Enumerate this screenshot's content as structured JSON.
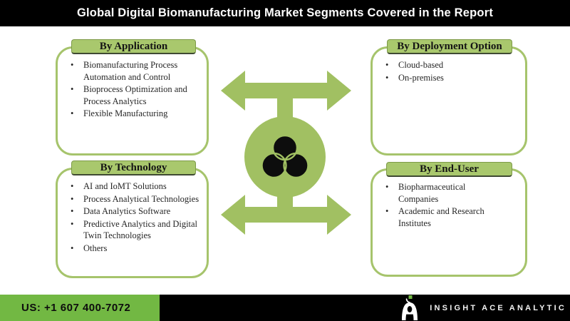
{
  "title": "Global Digital Biomanufacturing Market Segments Covered in the Report",
  "segments": {
    "application": {
      "header": "By Application",
      "items": [
        "Biomanufacturing Process Automation and Control",
        "Bioprocess Optimization and Process Analytics",
        "Flexible Manufacturing"
      ]
    },
    "deployment": {
      "header": "By Deployment Option",
      "items": [
        "Cloud-based",
        "On-premises"
      ]
    },
    "technology": {
      "header": "By Technology",
      "items": [
        "AI and IoMT Solutions",
        "Process Analytical Technologies",
        "Data Analytics Software",
        "Predictive Analytics and Digital Twin Technologies",
        "Others"
      ]
    },
    "end_user": {
      "header": "By End-User",
      "items": [
        "Biopharmaceutical Companies",
        "Academic and Research Institutes"
      ]
    }
  },
  "center": {
    "icon": "venn-diagram-icon",
    "arrows": [
      "left-right-arrow-top",
      "left-right-arrow-bottom"
    ]
  },
  "footer": {
    "phone": "US: +1 607 400-7072",
    "brand": "INSIGHT ACE ANALYTIC",
    "logo": "insight-ace-a-logo"
  },
  "colors": {
    "body_green": "#a1c062",
    "header_green": "#a9c86d",
    "box_border_green": "#a6c46c",
    "footer_green": "#72b843",
    "title_bg": "#000000",
    "venn_black": "#0d0d0d"
  }
}
